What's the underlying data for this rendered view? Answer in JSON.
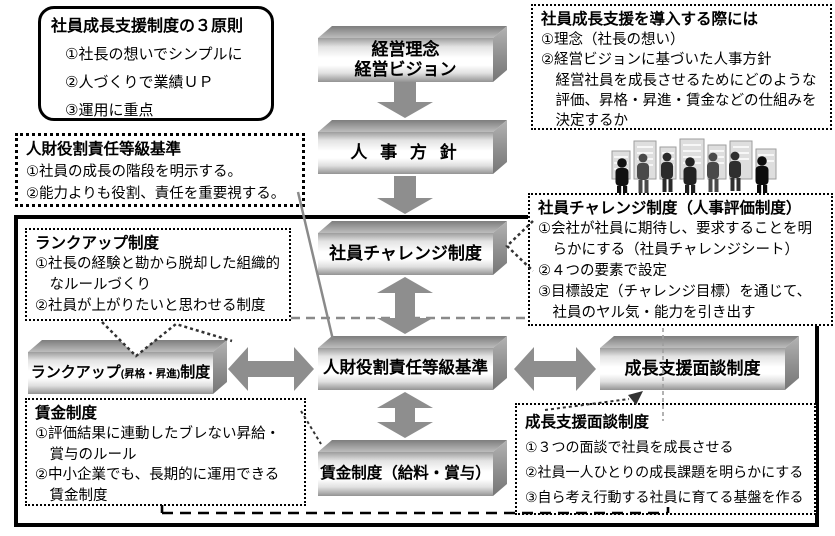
{
  "colors": {
    "arrow_gray": "#8e8e8e",
    "frame_black": "#000000",
    "leader_gray": "#8a8a8a",
    "box_face_light": "#ffffff",
    "box_face_dark": "#9d9d9d"
  },
  "principles": {
    "title": "社員成長支援制度の３原則",
    "item1": "①社長の想いでシンプルに",
    "item2": "②人づくりで業績ＵＰ",
    "item3": "③運用に重点"
  },
  "intro": {
    "title": "社員成長支援を導入する際には",
    "line1": "①理念（社長の想い）",
    "line2": "②経営ビジョンに基づいた人事方針",
    "line3": "経営社員を成長させるためにどのような",
    "line4": "評価、昇格・昇進・賃金などの仕組みを",
    "line5": "決定するか"
  },
  "grade_criteria": {
    "title": "人財役割責任等級基準",
    "line1": "①社員の成長の階段を明示する。",
    "line2": "②能力よりも役割、責任を重要視する。"
  },
  "rankup_detail": {
    "title": "ランクアップ制度",
    "line1": "①社長の経験と勘から脱却した組織的",
    "line2": "なルールづくり",
    "line3": "②社員が上がりたいと思わせる制度"
  },
  "challenge_detail": {
    "title": "社員チャレンジ制度（人事評価制度）",
    "line1": "①会社が社員に期待し、要求することを明",
    "line2": "らかにする（社員チャレンジシート）",
    "line3": "②４つの要素で設定",
    "line4": "③目標設定（チャレンジ目標）を通じて、",
    "line5": "社員のヤル気・能力を引き出す"
  },
  "wage_detail": {
    "title": "賃金制度",
    "line1": "①評価結果に連動したブレない昇給・",
    "line2": "賞与のルール",
    "line3": "②中小企業でも、長期的に運用できる",
    "line4": "賃金制度"
  },
  "interview_detail": {
    "title": "成長支援面談制度",
    "line1": "①３つの面談で社員を成長させる",
    "line2": "②社員一人ひとりの成長課題を明らかにする",
    "line3": "③自ら考え行動する社員に育てる基盤を作る"
  },
  "boxes3d": {
    "philosophy_line1": "経営理念",
    "philosophy_line2": "経営ビジョン",
    "hr_policy": "人 事 方 針",
    "challenge": "社員チャレンジ制度",
    "rankup_main": "ランクアップ",
    "rankup_small": "(昇格・昇進)",
    "rankup_suffix": "制度",
    "grade": "人財役割責任等級基準",
    "interview": "成長支援面談制度",
    "wage": "賃金制度（給料・賞与）"
  },
  "icons": {
    "people": "business-people-city-icon"
  }
}
